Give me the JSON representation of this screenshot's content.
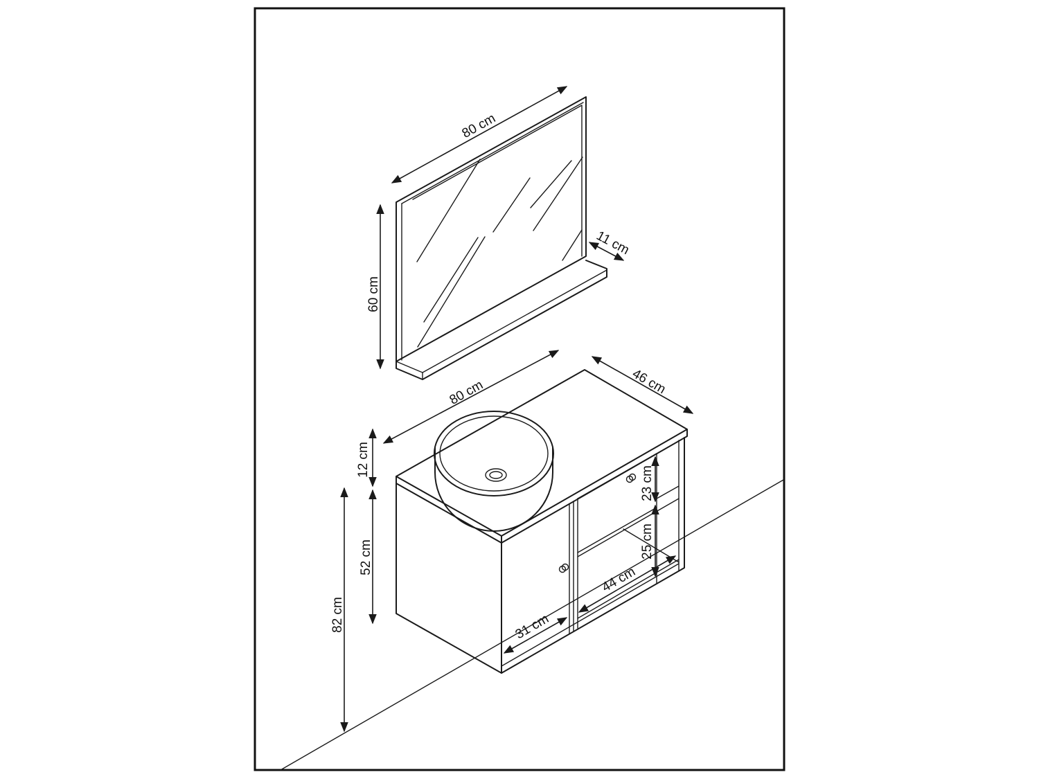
{
  "colors": {
    "line": "#1a1a1a",
    "background": "#ffffff"
  },
  "labels": {
    "mirror_width": "80 cm",
    "mirror_height": "60 cm",
    "shelf_depth": "11 cm",
    "cabinet_width": "80 cm",
    "cabinet_depth": "46 cm",
    "basin_height": "12 cm",
    "cabinet_height": "52 cm",
    "total_height": "82 cm",
    "upper_shelf_height": "23 cm",
    "lower_shelf_height": "25 cm",
    "shelf_width": "44 cm",
    "door_width": "31 cm"
  }
}
